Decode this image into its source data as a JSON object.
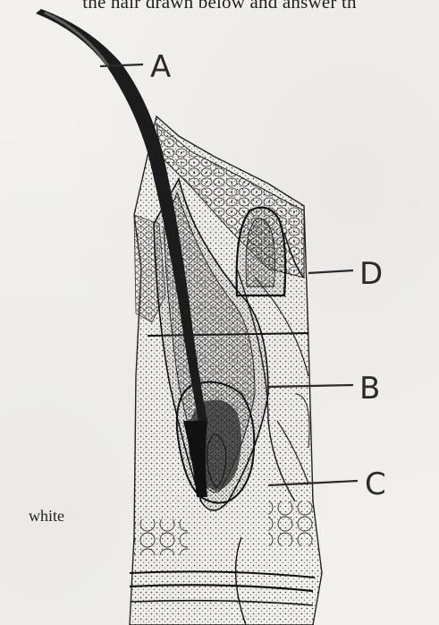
{
  "header": {
    "text": "the hair drawn below and answer th"
  },
  "labels": {
    "a": "A",
    "b": "B",
    "c": "C",
    "d": "D"
  },
  "footer": {
    "word": "white"
  }
}
